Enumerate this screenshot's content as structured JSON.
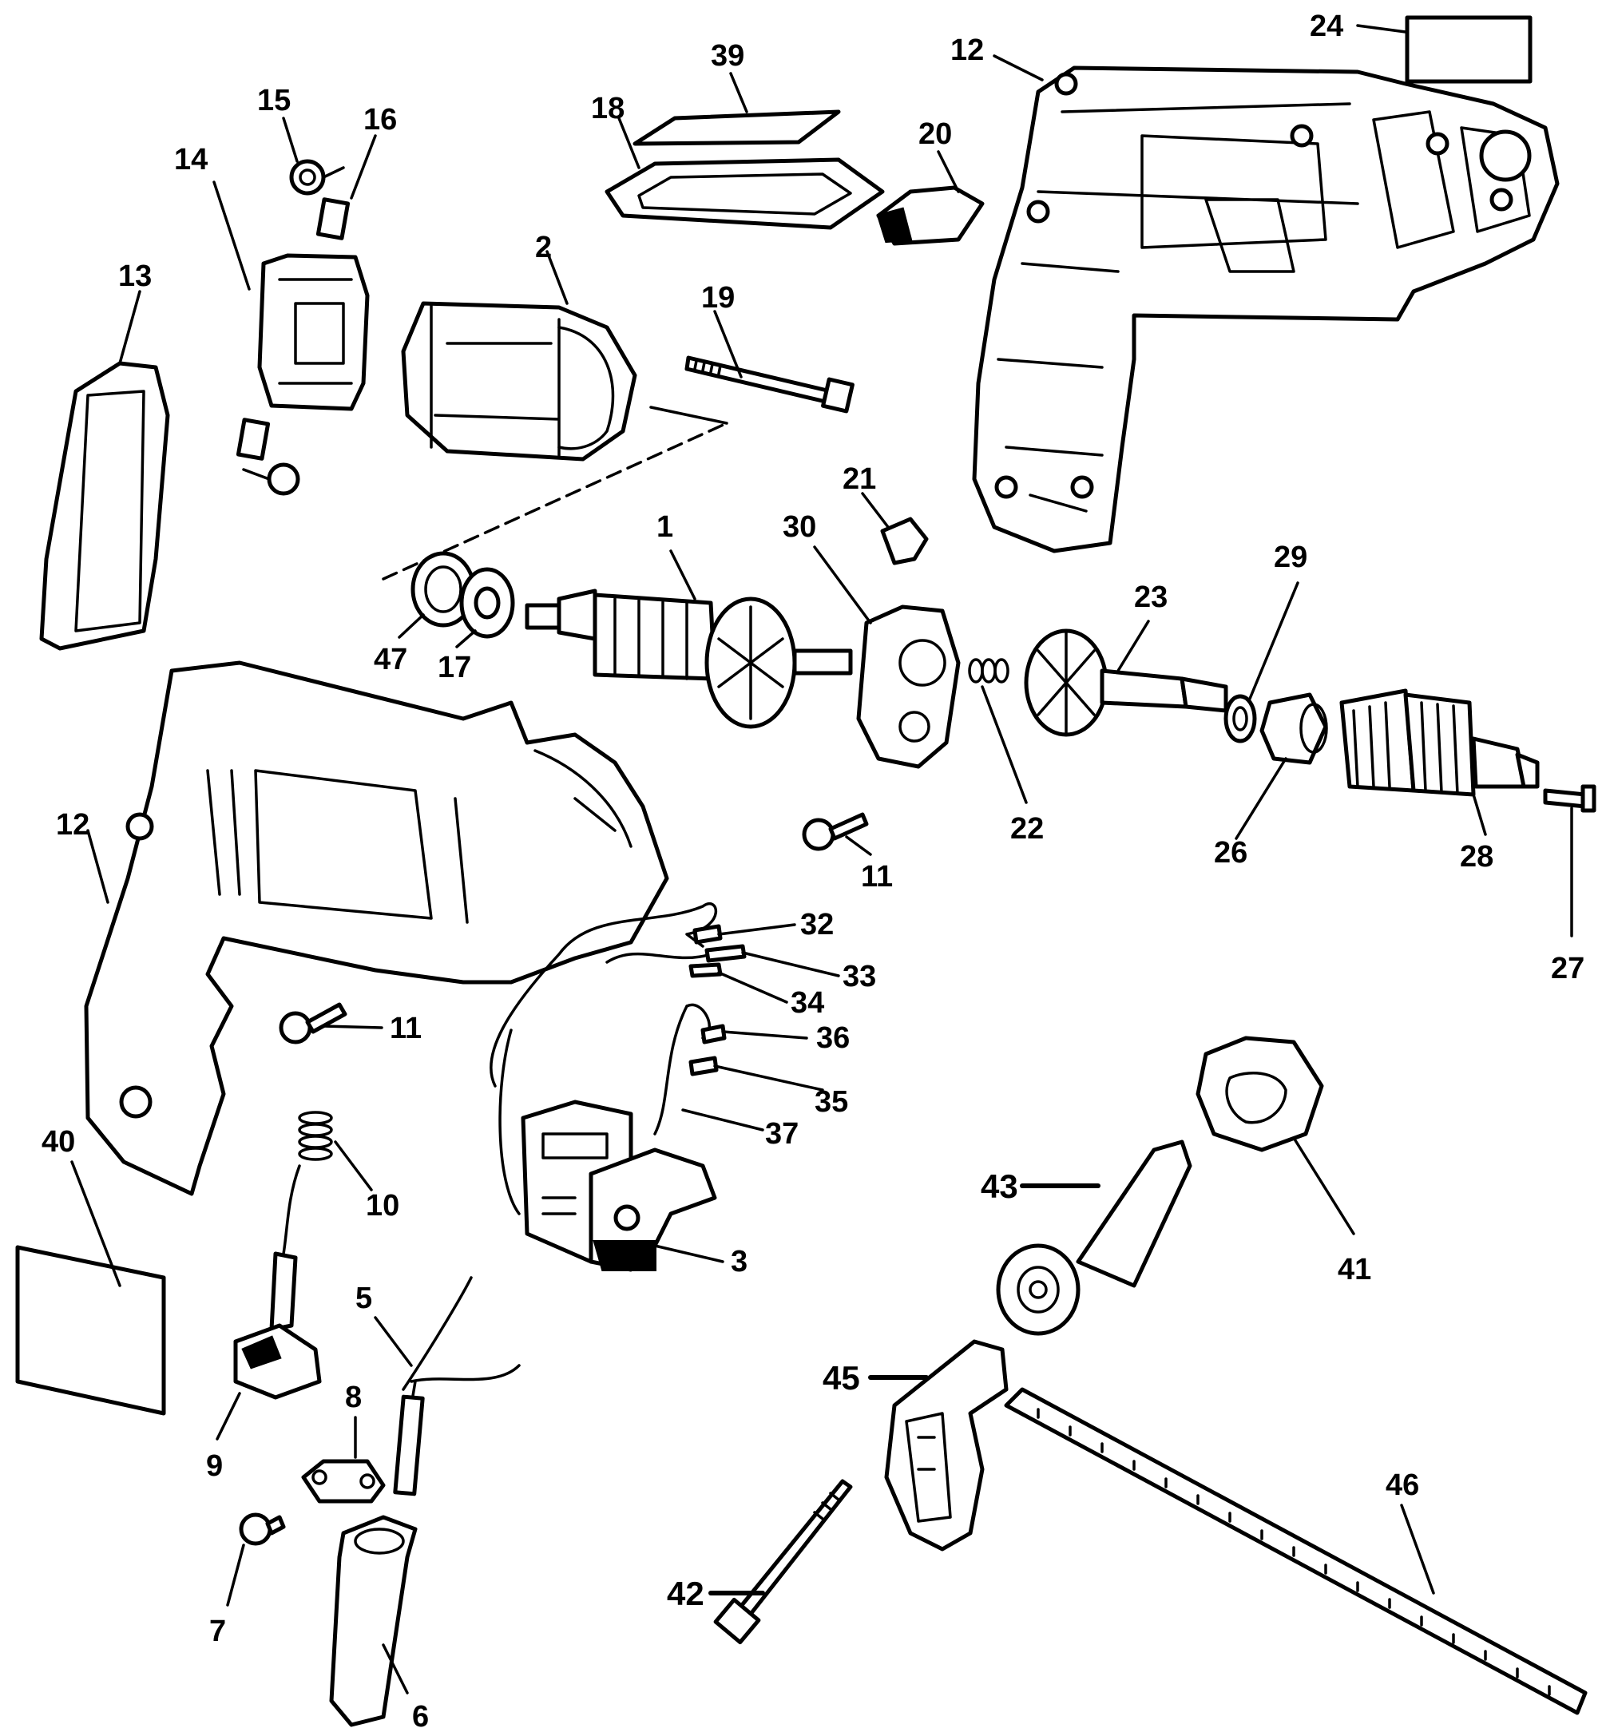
{
  "colors": {
    "ink": "#000000",
    "paper": "#ffffff"
  },
  "callouts": {
    "p1": "1",
    "p2": "2",
    "p3": "3",
    "p5": "5",
    "p6": "6",
    "p7": "7",
    "p8": "8",
    "p9": "9",
    "p10": "10",
    "p11a": "11",
    "p11b": "11",
    "p12a": "12",
    "p12b": "12",
    "p13": "13",
    "p14": "14",
    "p15": "15",
    "p16": "16",
    "p17": "17",
    "p18": "18",
    "p19": "19",
    "p20": "20",
    "p21": "21",
    "p22": "22",
    "p23": "23",
    "p24": "24",
    "p26": "26",
    "p27": "27",
    "p28": "28",
    "p29": "29",
    "p30": "30",
    "p32": "32",
    "p33": "33",
    "p34": "34",
    "p35": "35",
    "p36": "36",
    "p37": "37",
    "p39": "39",
    "p40": "40",
    "p41": "41",
    "p42": "42",
    "p43": "43",
    "p45": "45",
    "p46": "46",
    "p47": "47"
  }
}
